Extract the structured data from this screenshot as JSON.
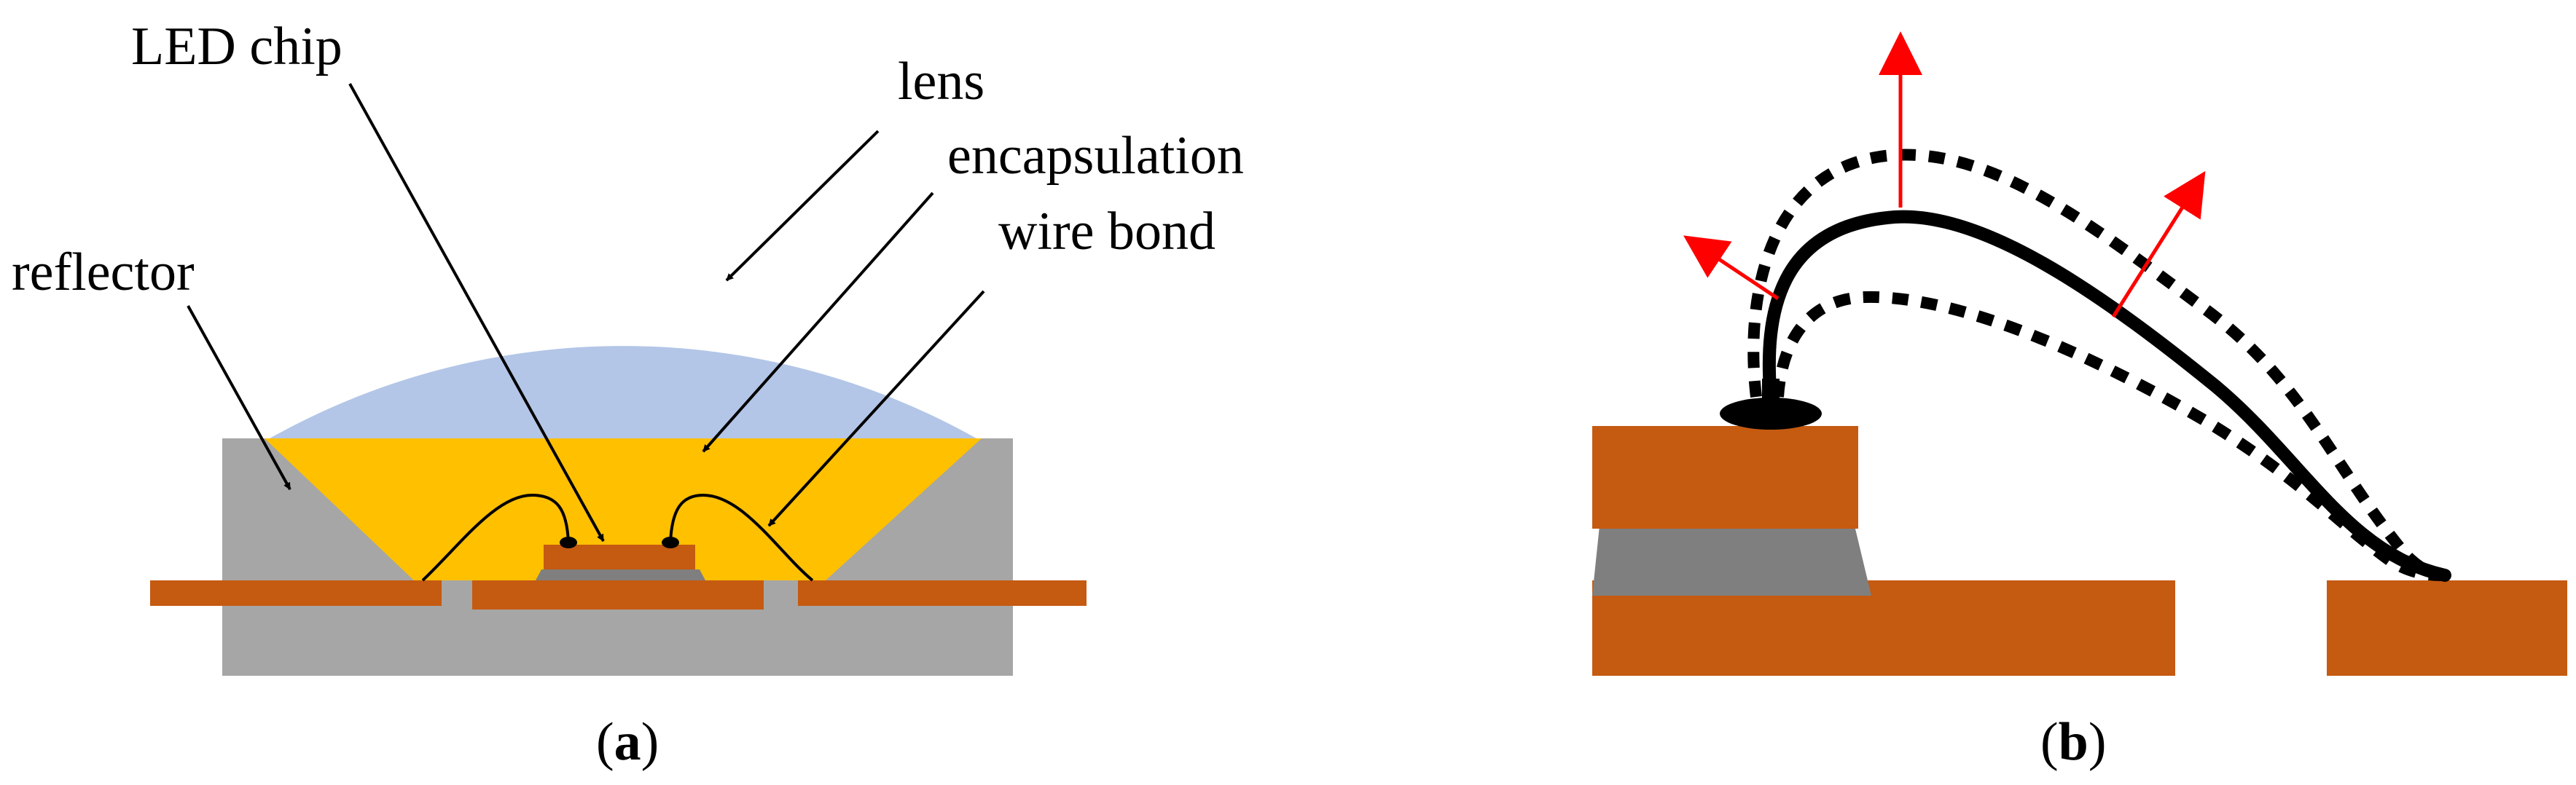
{
  "panel_a": {
    "labels": {
      "led_chip": "LED chip",
      "lens": "lens",
      "encapsulation": "encapsulation",
      "wire_bond": "wire bond",
      "reflector": "reflector"
    },
    "caption": {
      "open": "(",
      "letter": "a",
      "close": ")"
    }
  },
  "panel_b": {
    "caption": {
      "open": "(",
      "letter": "b",
      "close": ")"
    }
  },
  "colors": {
    "lens": "#b3c6e7",
    "encapsulation": "#ffc000",
    "reflector": "#a6a6a6",
    "copper": "#c55a11",
    "die_attach": "#7f7f7f",
    "wire": "#000000",
    "arrow_red": "#ff0000"
  }
}
